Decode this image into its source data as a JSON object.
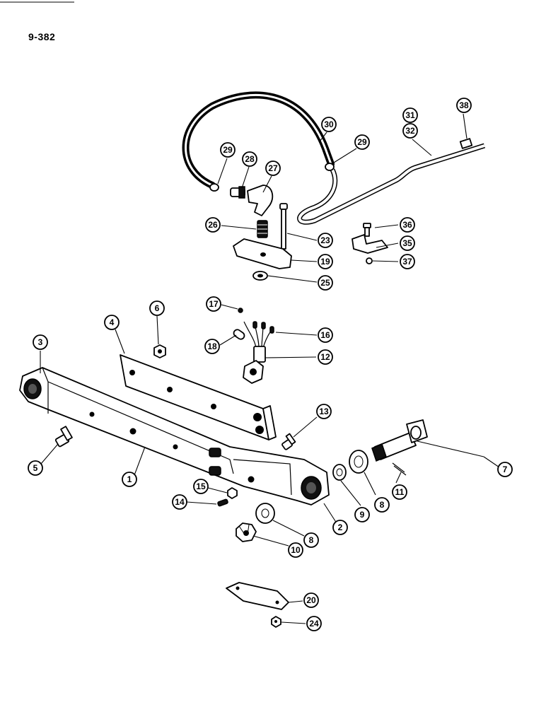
{
  "page_number": "9-382",
  "callouts": [
    {
      "id": "c1",
      "label": "1"
    },
    {
      "id": "c2",
      "label": "2"
    },
    {
      "id": "c3",
      "label": "3"
    },
    {
      "id": "c4",
      "label": "4"
    },
    {
      "id": "c5",
      "label": "5"
    },
    {
      "id": "c6",
      "label": "6"
    },
    {
      "id": "c7",
      "label": "7"
    },
    {
      "id": "c8a",
      "label": "8"
    },
    {
      "id": "c8b",
      "label": "8"
    },
    {
      "id": "c9",
      "label": "9"
    },
    {
      "id": "c10",
      "label": "10"
    },
    {
      "id": "c11",
      "label": "11"
    },
    {
      "id": "c12",
      "label": "12"
    },
    {
      "id": "c13",
      "label": "13"
    },
    {
      "id": "c14",
      "label": "14"
    },
    {
      "id": "c15",
      "label": "15"
    },
    {
      "id": "c16",
      "label": "16"
    },
    {
      "id": "c17",
      "label": "17"
    },
    {
      "id": "c18",
      "label": "18"
    },
    {
      "id": "c19",
      "label": "19"
    },
    {
      "id": "c20",
      "label": "20"
    },
    {
      "id": "c23",
      "label": "23"
    },
    {
      "id": "c24",
      "label": "24"
    },
    {
      "id": "c25",
      "label": "25"
    },
    {
      "id": "c26",
      "label": "26"
    },
    {
      "id": "c27",
      "label": "27"
    },
    {
      "id": "c28",
      "label": "28"
    },
    {
      "id": "c29a",
      "label": "29"
    },
    {
      "id": "c29b",
      "label": "29"
    },
    {
      "id": "c30",
      "label": "30"
    },
    {
      "id": "c31",
      "label": "31"
    },
    {
      "id": "c32",
      "label": "32"
    },
    {
      "id": "c35",
      "label": "35"
    },
    {
      "id": "c36",
      "label": "36"
    },
    {
      "id": "c37",
      "label": "37"
    },
    {
      "id": "c38",
      "label": "38"
    }
  ]
}
